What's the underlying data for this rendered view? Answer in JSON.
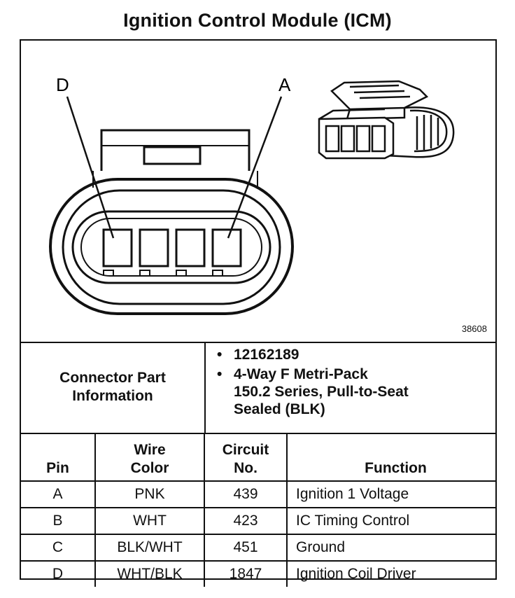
{
  "title": "Ignition Control Module (ICM)",
  "diagram": {
    "pin_label_left": "D",
    "pin_label_right": "A",
    "figure_number": "38608"
  },
  "connector_info": {
    "label_line1": "Connector Part",
    "label_line2": "Information",
    "bullet": "•",
    "part_number": "12162189",
    "description_line1": "4-Way F Metri-Pack",
    "description_line2": "150.2 Series, Pull-to-Seat",
    "description_line3": "Sealed (BLK)"
  },
  "table": {
    "headers": {
      "pin": "Pin",
      "wire_color_line1": "Wire",
      "wire_color_line2": "Color",
      "circuit_line1": "Circuit",
      "circuit_line2": "No.",
      "function": "Function"
    },
    "rows": [
      {
        "pin": "A",
        "wire_color": "PNK",
        "circuit": "439",
        "function": "Ignition 1 Voltage"
      },
      {
        "pin": "B",
        "wire_color": "WHT",
        "circuit": "423",
        "function": "IC Timing Control"
      },
      {
        "pin": "C",
        "wire_color": "BLK/WHT",
        "circuit": "451",
        "function": "Ground"
      },
      {
        "pin": "D",
        "wire_color": "WHT/BLK",
        "circuit": "1847",
        "function": "Ignition Coil Driver"
      }
    ]
  }
}
